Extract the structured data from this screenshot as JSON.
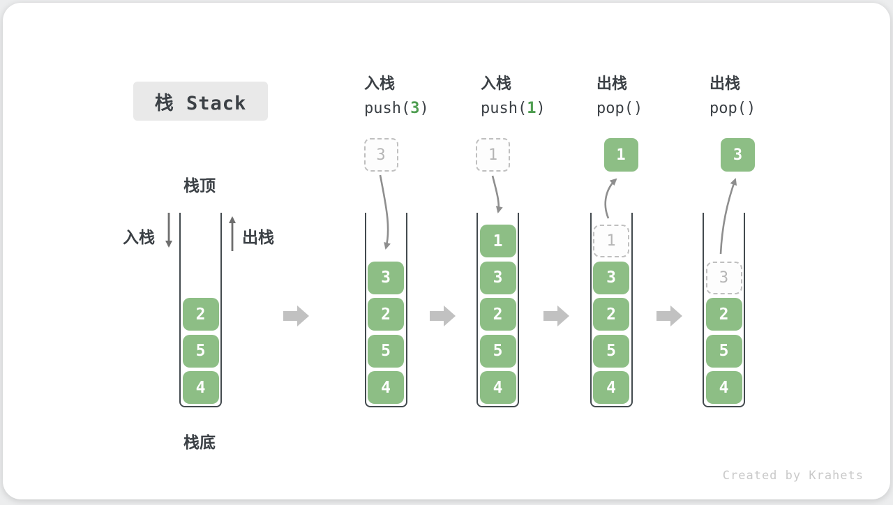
{
  "title": "栈 Stack",
  "labels": {
    "stack_top": "栈顶",
    "stack_bottom": "栈底",
    "push_side": "入栈",
    "pop_side": "出栈"
  },
  "operations": [
    {
      "name": "入栈",
      "code_pre": "push(",
      "code_arg": "3",
      "code_post": ")"
    },
    {
      "name": "入栈",
      "code_pre": "push(",
      "code_arg": "1",
      "code_post": ")"
    },
    {
      "name": "出栈",
      "code_pre": "pop(",
      "code_arg": "",
      "code_post": ")"
    },
    {
      "name": "出栈",
      "code_pre": "pop(",
      "code_arg": "",
      "code_post": ")"
    }
  ],
  "stacks": [
    {
      "float": null,
      "cells": [
        {
          "v": "2"
        },
        {
          "v": "5"
        },
        {
          "v": "4"
        }
      ]
    },
    {
      "float": {
        "v": "3",
        "ghost": true
      },
      "cells": [
        {
          "v": "3"
        },
        {
          "v": "2"
        },
        {
          "v": "5"
        },
        {
          "v": "4"
        }
      ]
    },
    {
      "float": {
        "v": "1",
        "ghost": true
      },
      "cells": [
        {
          "v": "1"
        },
        {
          "v": "3"
        },
        {
          "v": "2"
        },
        {
          "v": "5"
        },
        {
          "v": "4"
        }
      ]
    },
    {
      "float": {
        "v": "1",
        "ghost": false
      },
      "cells": [
        {
          "v": "1",
          "ghost": true
        },
        {
          "v": "3"
        },
        {
          "v": "2"
        },
        {
          "v": "5"
        },
        {
          "v": "4"
        }
      ]
    },
    {
      "float": {
        "v": "3",
        "ghost": false
      },
      "cells": [
        {
          "v": "3",
          "ghost": true
        },
        {
          "v": "2"
        },
        {
          "v": "5"
        },
        {
          "v": "4"
        }
      ]
    }
  ],
  "footer": "Created by Krahets",
  "colors": {
    "element_green": "#8DBE85",
    "code_arg_green": "#4E9D50",
    "title_bg": "#E9E9E9",
    "label_text": "#3B4045",
    "wall": "#434A4E",
    "ghost_border": "#BFBFBF",
    "ghost_text": "#B5B5B5",
    "block_arrow": "#C1C1C1",
    "side_arrow": "#6E6E6E",
    "curve_arrow": "#8E8E8E",
    "footer_text": "#C9C9C9"
  }
}
